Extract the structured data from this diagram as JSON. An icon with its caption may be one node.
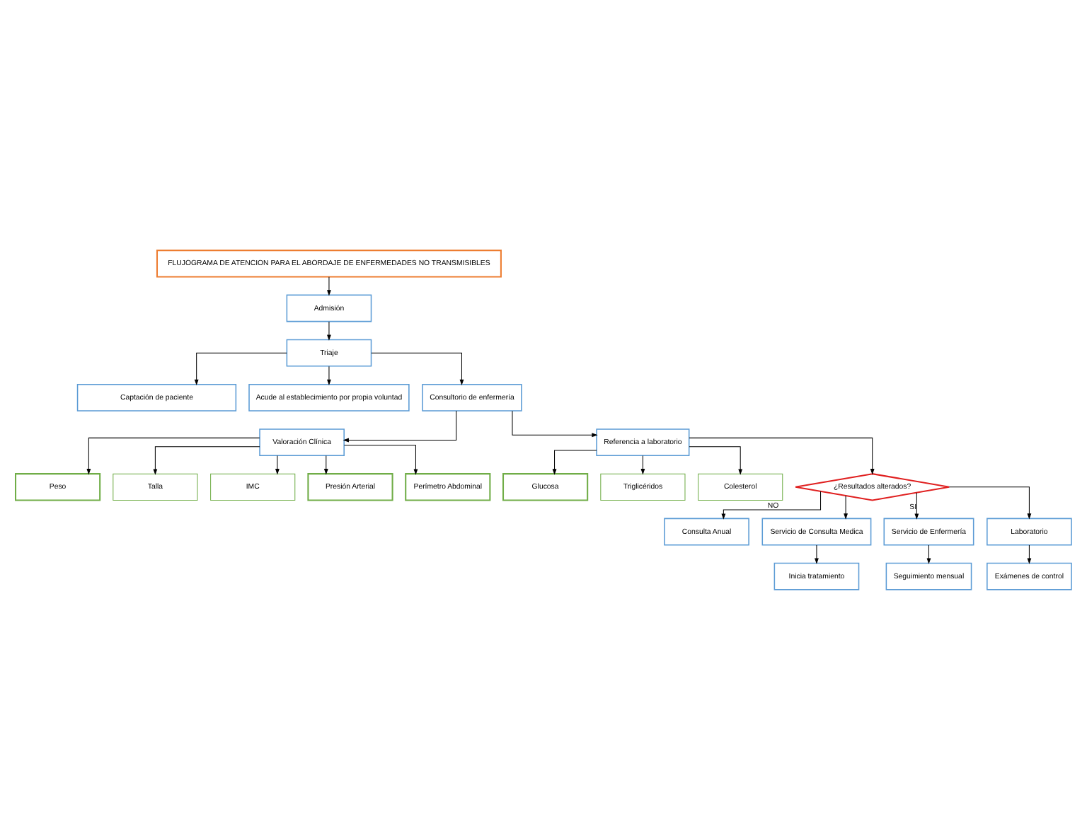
{
  "diagram": {
    "nodes": [
      {
        "text": [
          "FLUJOGRAMA DE ATENCION PARA EL ABORDAJE DE ENFERMEDADES NO TRANSMISIBLES"
        ]
      },
      {
        "text": [
          "Admisión"
        ]
      },
      {
        "text": [
          "Triaje"
        ]
      },
      {
        "text": [
          "Captación de paciente"
        ]
      },
      {
        "text": [
          "Acude al establecimiento por propia voluntad"
        ]
      },
      {
        "text": [
          "Consultorio de enfermería"
        ]
      },
      {
        "text": [
          "Valoración Clínica"
        ]
      },
      {
        "text": [
          "Peso"
        ]
      },
      {
        "text": [
          "Talla"
        ]
      },
      {
        "text": [
          "IMC"
        ]
      },
      {
        "text": [
          "Presión Arterial"
        ]
      },
      {
        "text": [
          "Perímetro Abdominal"
        ]
      },
      {
        "text": [
          "Referencia a laboratorio"
        ]
      },
      {
        "text": [
          "Glucosa"
        ]
      },
      {
        "text": [
          "Triglicéridos"
        ]
      },
      {
        "text": [
          "Colesterol"
        ]
      },
      {
        "text": [
          "¿Resultados alterados?"
        ]
      },
      {
        "text": [
          "Consulta Anual"
        ]
      },
      {
        "text": [
          "Servicio de Consulta Medica"
        ]
      },
      {
        "text": [
          "Servicio de Enfermería"
        ]
      },
      {
        "text": [
          "Laboratorio"
        ]
      },
      {
        "text": [
          "Inicia tratamiento"
        ]
      },
      {
        "text": [
          "Seguimiento mensual"
        ]
      },
      {
        "text": [
          "Exámenes de control"
        ]
      }
    ],
    "edges": [
      {
        "from": 0,
        "to": 1,
        "arrow": "to"
      },
      {
        "from": 1,
        "to": 2,
        "arrow": "to"
      },
      {
        "from": 2,
        "to": 3,
        "arrow": "to"
      },
      {
        "from": 2,
        "to": 4,
        "arrow": "to"
      },
      {
        "from": 2,
        "to": 5,
        "arrow": "to"
      },
      {
        "from": 5,
        "to": 6,
        "arrow": "to"
      },
      {
        "from": 5,
        "to": 12,
        "arrow": "to"
      },
      {
        "from": 6,
        "to": 7,
        "arrow": "to"
      },
      {
        "from": 6,
        "to": 8,
        "arrow": "to"
      },
      {
        "from": 6,
        "to": 9,
        "arrow": "to"
      },
      {
        "from": 6,
        "to": 10,
        "arrow": "to"
      },
      {
        "from": 6,
        "to": 11,
        "arrow": "to"
      },
      {
        "from": 12,
        "to": 13,
        "arrow": "to"
      },
      {
        "from": 12,
        "to": 14,
        "arrow": "to"
      },
      {
        "from": 12,
        "to": 15,
        "arrow": "to"
      },
      {
        "from": 12,
        "to": 16,
        "arrow": "to"
      },
      {
        "from": 16,
        "to": 17,
        "arrow": "to",
        "label": "NO"
      },
      {
        "from": 16,
        "to": 18,
        "arrow": "to"
      },
      {
        "from": 16,
        "to": 19,
        "arrow": "to",
        "label": "SI"
      },
      {
        "from": 16,
        "to": 20,
        "arrow": "to"
      },
      {
        "from": 18,
        "to": 21,
        "arrow": "to"
      },
      {
        "from": 19,
        "to": 22,
        "arrow": "to"
      },
      {
        "from": 20,
        "to": 23,
        "arrow": "to"
      }
    ]
  }
}
